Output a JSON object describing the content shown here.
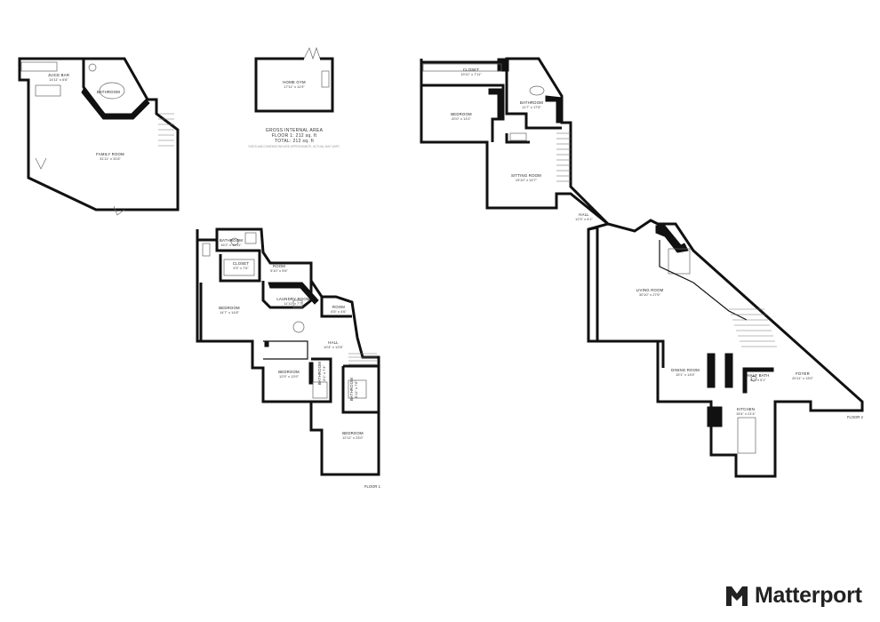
{
  "area_summary": {
    "title": "GROSS INTERNAL AREA",
    "floor_line": "FLOOR 1: 212 sq. ft",
    "total_line": "TOTAL: 212 sq. ft",
    "note": "SIZES AND DIMENSIONS ARE APPROXIMATE, ACTUAL MAY VARY."
  },
  "floors": {
    "floor1": "FLOOR 1",
    "floor2": "FLOOR 2"
  },
  "rooms": {
    "juice_bar": {
      "name": "JUICE BAR",
      "dims": "14'11\" x 6'6\""
    },
    "bathroom_a": {
      "name": "BATHROOM",
      "dims": ""
    },
    "family_room": {
      "name": "FAMILY ROOM",
      "dims": "31'11\" x 31'8\""
    },
    "home_gym": {
      "name": "HOME GYM",
      "dims": "17'11\" x 11'9\""
    },
    "bathroom_b": {
      "name": "BATHROOM",
      "dims": "16'2\" x 11'11\""
    },
    "closet_b": {
      "name": "CLOSET",
      "dims": "9'3\" x 7'6\""
    },
    "room_b1": {
      "name": "ROOM",
      "dims": "5'10\" x 5'6\""
    },
    "laundry": {
      "name": "LAUNDRY ROOM",
      "dims": "11'11\" x 7'7\""
    },
    "room_b2": {
      "name": "ROOM",
      "dims": "6'5\" x 4'6\""
    },
    "bedroom_b1": {
      "name": "BEDROOM",
      "dims": "14'7\" x 14'8\""
    },
    "hall_b": {
      "name": "HALL",
      "dims": "10'4\" x 12'8\""
    },
    "bedroom_b2": {
      "name": "BEDROOM",
      "dims": "12'9\" x 13'9\""
    },
    "bathroom_b2": {
      "name": "BATHROOM",
      "dims": "8'1\" x 7'4\""
    },
    "bathroom_b3": {
      "name": "BATHROOM",
      "dims": "8'11\" x 7'8\""
    },
    "bedroom_b3": {
      "name": "BEDROOM",
      "dims": "12'11\" x 23'0\""
    },
    "closet_c": {
      "name": "CLOSET",
      "dims": "19'11\" x 7'11\""
    },
    "bedroom_c": {
      "name": "BEDROOM",
      "dims": "20'0\" x 13'1\""
    },
    "bathroom_c": {
      "name": "BATHROOM",
      "dims": "11'7\" x 17'5\""
    },
    "sitting_room": {
      "name": "SITTING ROOM",
      "dims": "19'10\" x 14'7\""
    },
    "hall_c": {
      "name": "HALL",
      "dims": "12'3\" x 6'1\""
    },
    "living_room": {
      "name": "LIVING ROOM",
      "dims": "30'10\" x 27'6\""
    },
    "dining_room": {
      "name": "DINING ROOM",
      "dims": "15'1\" x 14'6\""
    },
    "half_bath": {
      "name": "HALF BATH",
      "dims": "8'2\" x 5'1\""
    },
    "foyer": {
      "name": "FOYER",
      "dims": "20'11\" x 13'0\""
    },
    "kitchen": {
      "name": "KITCHEN",
      "dims": "15'4\" x 21'4\""
    }
  },
  "brand": {
    "name": "Matterport",
    "logo_icon": "matterport-logo-icon"
  }
}
